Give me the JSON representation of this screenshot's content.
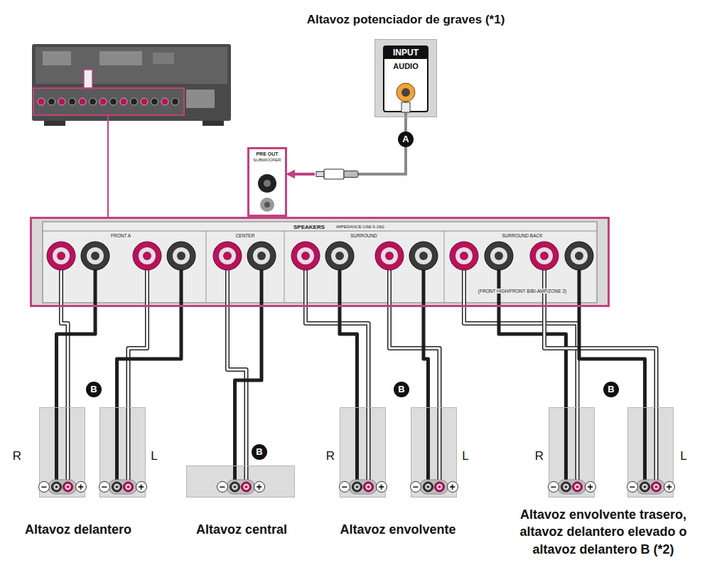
{
  "diagram": {
    "nodes": [
      {
        "text": [
          "Altavoz potenciador de graves (*1)",
          "INPUT",
          "AUDIO"
        ]
      },
      {
        "text": [
          "PRE OUT",
          "SUBWOOFER"
        ]
      },
      {
        "text": [
          "SPEAKERS",
          "IMPEDANCE USE 6-16Ω",
          "FRONT A",
          "CENTER",
          "SURROUND",
          "SURROUND BACK",
          "(FRONT HIGH/FRONT B/BI-AMP/ZONE 2)"
        ]
      },
      {
        "text": [
          "−",
          "+"
        ]
      },
      {
        "text": [
          "−",
          "+"
        ]
      },
      {
        "text": [
          "−",
          "+"
        ]
      },
      {
        "text": [
          "−",
          "+"
        ]
      },
      {
        "text": [
          "−",
          "+"
        ]
      },
      {
        "text": [
          "−",
          "+"
        ]
      },
      {
        "text": [
          "−",
          "+"
        ]
      }
    ],
    "edges": [
      {
        "from": 0,
        "to": 1,
        "arrow": "to"
      },
      {
        "from": 2,
        "to": 3,
        "arrow": "none"
      },
      {
        "from": 2,
        "to": 4,
        "arrow": "none"
      },
      {
        "from": 2,
        "to": 5,
        "arrow": "none"
      },
      {
        "from": 2,
        "to": 6,
        "arrow": "none"
      },
      {
        "from": 2,
        "to": 7,
        "arrow": "none"
      },
      {
        "from": 2,
        "to": 8,
        "arrow": "none"
      },
      {
        "from": 2,
        "to": 9,
        "arrow": "none"
      }
    ],
    "labels": [
      "A",
      "B",
      "B",
      "B",
      "B",
      "R",
      "L",
      "R",
      "L",
      "R",
      "L",
      "Altavoz delantero",
      "Altavoz central",
      "Altavoz envolvente",
      "Altavoz envolvente trasero, altavoz delantero elevado o altavoz delantero B (*2)"
    ]
  }
}
